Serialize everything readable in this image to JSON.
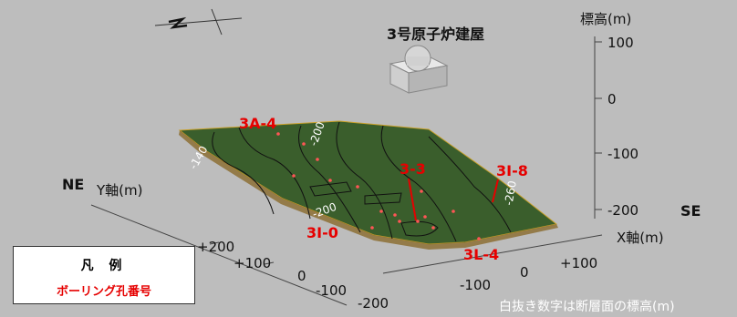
{
  "building": {
    "label": "3号原子炉建屋"
  },
  "axes": {
    "z_title": "標高(m)",
    "z_ticks": [
      "100",
      "0",
      "-100",
      "-200"
    ],
    "y_title": "Y軸(m)",
    "y_ticks": [
      "+200",
      "+100",
      "0",
      "-100",
      "-200"
    ],
    "x_title": "X軸(m)",
    "x_ticks": [
      "+100",
      "0",
      "-100"
    ]
  },
  "directions": {
    "ne": "NE",
    "se": "SE"
  },
  "boreholes": [
    "3A-4",
    "3-3",
    "3I-8",
    "3I-0",
    "3L-4"
  ],
  "contour_labels": [
    "-200",
    "-140",
    "-200",
    "-260"
  ],
  "legend": {
    "title": "凡 例",
    "subtitle": "ボーリング孔番号"
  },
  "note": "白抜き数字は断層面の標高(m)",
  "colors": {
    "surface": "#3a5e2c",
    "borehole": "#e60000",
    "background": "#bdbdbd"
  }
}
